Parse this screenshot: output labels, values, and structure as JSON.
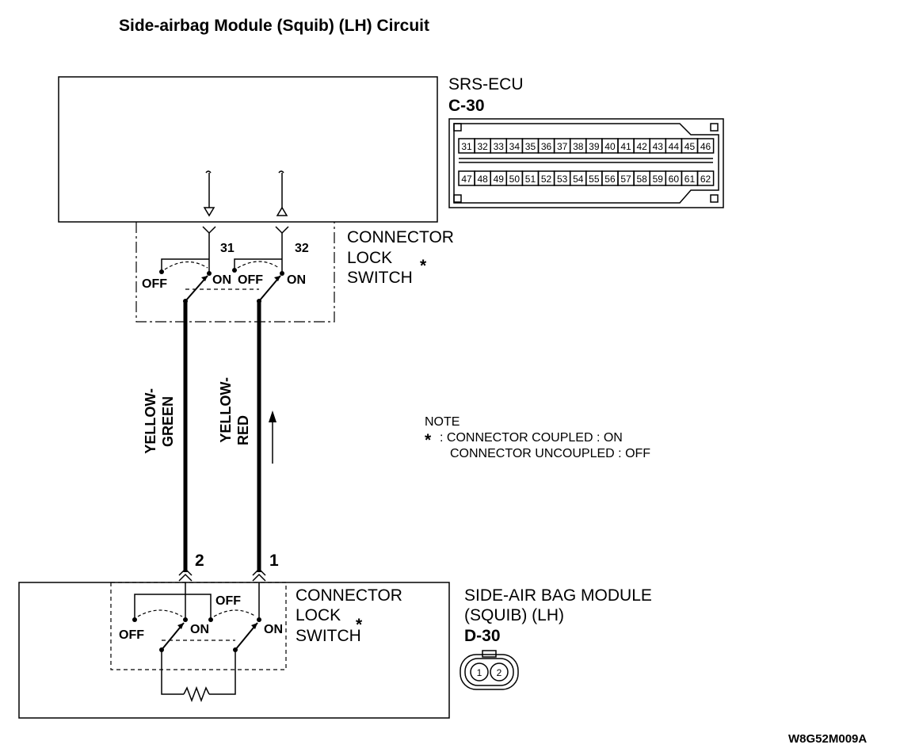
{
  "title": "Side-airbag Module (Squib) (LH) Circuit",
  "ecu": {
    "name": "SRS-ECU",
    "connector_id": "C-30",
    "pins_top": [
      "31",
      "32",
      "33",
      "34",
      "35",
      "36",
      "37",
      "38",
      "39",
      "40",
      "41",
      "42",
      "43",
      "44",
      "45",
      "46"
    ],
    "pins_bottom": [
      "47",
      "48",
      "49",
      "50",
      "51",
      "52",
      "53",
      "54",
      "55",
      "56",
      "57",
      "58",
      "59",
      "60",
      "61",
      "62"
    ]
  },
  "upper_switch": {
    "label_line1": "CONNECTOR",
    "label_line2": "LOCK",
    "label_line3": "SWITCH",
    "asterisk": "*",
    "terminal_a": "31",
    "terminal_b": "32",
    "off_a": "OFF",
    "on_a": "ON",
    "off_b": "OFF",
    "on_b": "ON"
  },
  "wires": {
    "left_line1": "YELLOW-",
    "left_line2": "GREEN",
    "right_line1": "YELLOW-",
    "right_line2": "RED"
  },
  "note": {
    "heading": "NOTE",
    "asterisk": "*",
    "line1": ": CONNECTOR COUPLED : ON",
    "line2": "CONNECTOR UNCOUPLED : OFF"
  },
  "module": {
    "name_line1": "SIDE-AIR BAG MODULE",
    "name_line2": "(SQUIB) (LH)",
    "connector_id": "D-30",
    "terminal_a": "2",
    "terminal_b": "1",
    "pin_a": "1",
    "pin_b": "2"
  },
  "lower_switch": {
    "label_line1": "CONNECTOR",
    "label_line2": "LOCK",
    "label_line3": "SWITCH",
    "asterisk": "*",
    "off_top": "OFF",
    "off_left": "OFF",
    "on_a": "ON",
    "on_b": "ON"
  },
  "figure_code": "W8G52M009A"
}
